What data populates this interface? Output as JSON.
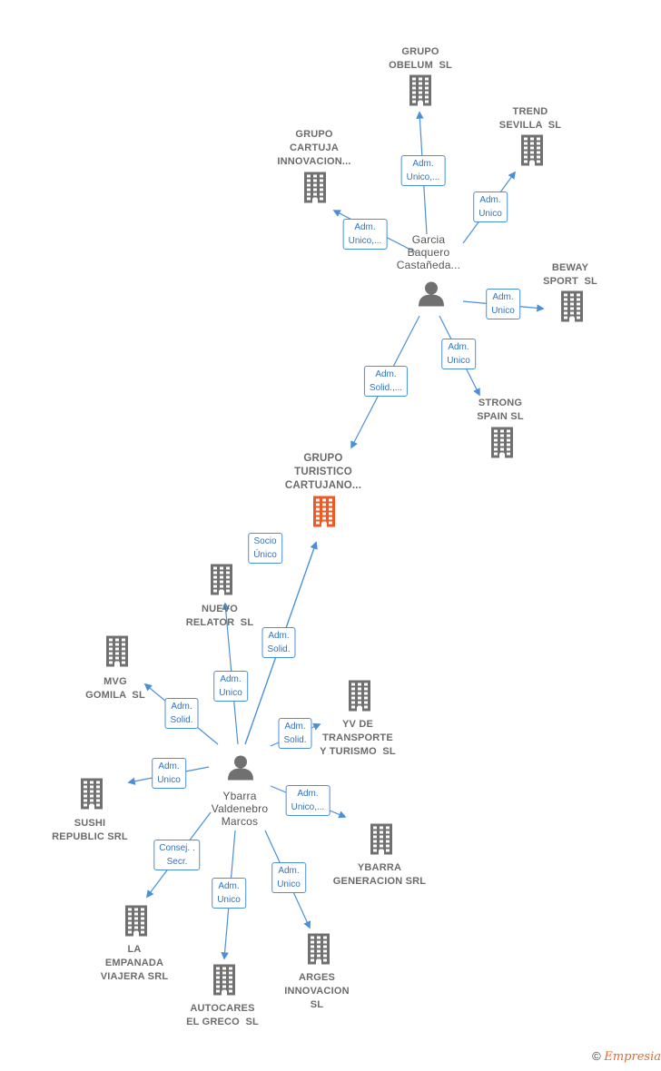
{
  "diagram": {
    "nodes": [
      {
        "id": "grupo_obelum",
        "type": "company",
        "label": "GRUPO\nOBELUM  SL"
      },
      {
        "id": "trend_sevilla",
        "type": "company",
        "label": "TREND\nSEVILLA  SL"
      },
      {
        "id": "grupo_cartuja",
        "type": "company",
        "label": "GRUPO\nCARTUJA\nINNOVACION..."
      },
      {
        "id": "garcia",
        "type": "person",
        "label": "Garcia\nBaquero\nCastañeda..."
      },
      {
        "id": "beway",
        "type": "company",
        "label": "BEWAY\nSPORT  SL"
      },
      {
        "id": "strong_spain",
        "type": "company",
        "label": "STRONG\nSPAIN SL"
      },
      {
        "id": "grupo_turistico",
        "type": "company",
        "main": true,
        "label": "GRUPO\nTURISTICO\nCARTUJANO..."
      },
      {
        "id": "nuevo_relator",
        "type": "company",
        "label": "NUEVO\nRELATOR  SL"
      },
      {
        "id": "mvg_gomila",
        "type": "company",
        "label": "MVG\nGOMILA  SL"
      },
      {
        "id": "yv_transporte",
        "type": "company",
        "label": "YV DE\nTRANSPORTE\nY TURISMO  SL"
      },
      {
        "id": "ybarra",
        "type": "person",
        "label": "Ybarra\nValdenebro\nMarcos"
      },
      {
        "id": "sushi_republic",
        "type": "company",
        "label": "SUSHI\nREPUBLIC SRL"
      },
      {
        "id": "ybarra_generacion",
        "type": "company",
        "label": "YBARRA\nGENERACION SRL"
      },
      {
        "id": "la_empanada",
        "type": "company",
        "label": "LA\nEMPANADA\nVIAJERA SRL"
      },
      {
        "id": "autocares",
        "type": "company",
        "label": "AUTOCARES\nEL GRECO  SL"
      },
      {
        "id": "arges",
        "type": "company",
        "label": "ARGES\nINNOVACION\nSL"
      }
    ],
    "edges": [
      {
        "from": "garcia",
        "to": "grupo_obelum",
        "label": "Adm.\nUnico,..."
      },
      {
        "from": "garcia",
        "to": "trend_sevilla",
        "label": "Adm.\nUnico"
      },
      {
        "from": "garcia",
        "to": "grupo_cartuja",
        "label": "Adm.\nUnico,..."
      },
      {
        "from": "garcia",
        "to": "beway",
        "label": "Adm.\nUnico"
      },
      {
        "from": "garcia",
        "to": "strong_spain",
        "label": "Adm.\nUnico"
      },
      {
        "from": "garcia",
        "to": "grupo_turistico",
        "label": "Adm.\nSolid.,..."
      },
      {
        "from": "ybarra",
        "to": "grupo_turistico",
        "label": "Adm.\nSolid."
      },
      {
        "from": "ybarra",
        "to": "grupo_turistico",
        "label": "Socio\nÚnico"
      },
      {
        "from": "ybarra",
        "to": "nuevo_relator",
        "label": "Adm.\nUnico"
      },
      {
        "from": "ybarra",
        "to": "mvg_gomila",
        "label": "Adm.\nSolid."
      },
      {
        "from": "ybarra",
        "to": "yv_transporte",
        "label": "Adm.\nSolid."
      },
      {
        "from": "ybarra",
        "to": "sushi_republic",
        "label": "Adm.\nUnico"
      },
      {
        "from": "ybarra",
        "to": "ybarra_generacion",
        "label": "Adm.\nUnico,..."
      },
      {
        "from": "ybarra",
        "to": "la_empanada",
        "label": "Consej. .\nSecr."
      },
      {
        "from": "ybarra",
        "to": "autocares",
        "label": "Adm.\nUnico"
      },
      {
        "from": "ybarra",
        "to": "arges",
        "label": "Adm.\nUnico"
      }
    ]
  },
  "colors": {
    "company": "#707070",
    "main_company": "#ee5a24",
    "person": "#707070",
    "edge": "#4a90d9",
    "edge_label_text": "#2f74c0"
  },
  "footer": {
    "copyright": "©",
    "brand": "Empresia"
  }
}
